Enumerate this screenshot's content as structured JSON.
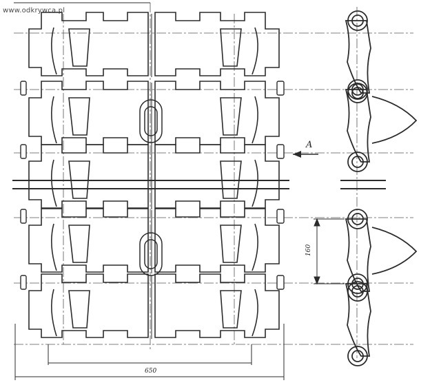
{
  "watermark": "www.odkrywca.pl",
  "section_label": "A",
  "dim_pitch": "160",
  "dim_width": "650",
  "colors": {
    "ink": "#2b2b2b",
    "paper": "#ffffff",
    "hatch": "#9a9a9a"
  }
}
